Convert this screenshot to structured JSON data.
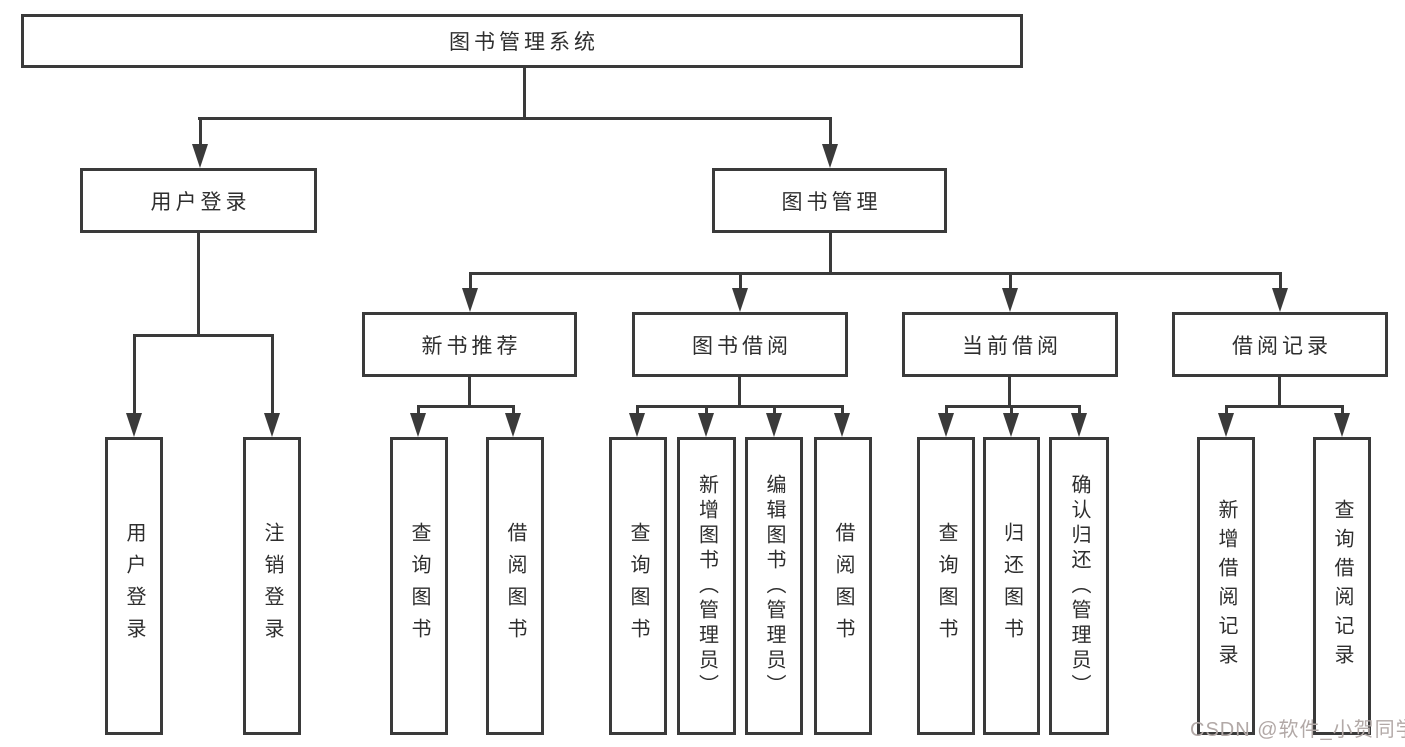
{
  "colors": {
    "line": "#3a3a3a",
    "text": "#2e2e2e",
    "background": "#ffffff",
    "watermark": "#b2a9a7"
  },
  "root": {
    "label": "图书管理系统"
  },
  "branches": [
    {
      "label": "用户登录",
      "children": [
        {
          "label": "用户登录"
        },
        {
          "label": "注销登录"
        }
      ]
    },
    {
      "label": "图书管理",
      "children": [
        {
          "label": "新书推荐",
          "children": [
            {
              "label": "查询图书"
            },
            {
              "label": "借阅图书"
            }
          ]
        },
        {
          "label": "图书借阅",
          "children": [
            {
              "label": "查询图书"
            },
            {
              "label": "新增图书（管理员）"
            },
            {
              "label": "编辑图书（管理员）"
            },
            {
              "label": "借阅图书"
            }
          ]
        },
        {
          "label": "当前借阅",
          "children": [
            {
              "label": "查询图书"
            },
            {
              "label": "归还图书"
            },
            {
              "label": "确认归还（管理员）"
            }
          ]
        },
        {
          "label": "借阅记录",
          "children": [
            {
              "label": "新增借阅记录"
            },
            {
              "label": "查询借阅记录"
            }
          ]
        }
      ]
    }
  ],
  "watermark": {
    "text": "CSDN @软件_小贺同学"
  }
}
